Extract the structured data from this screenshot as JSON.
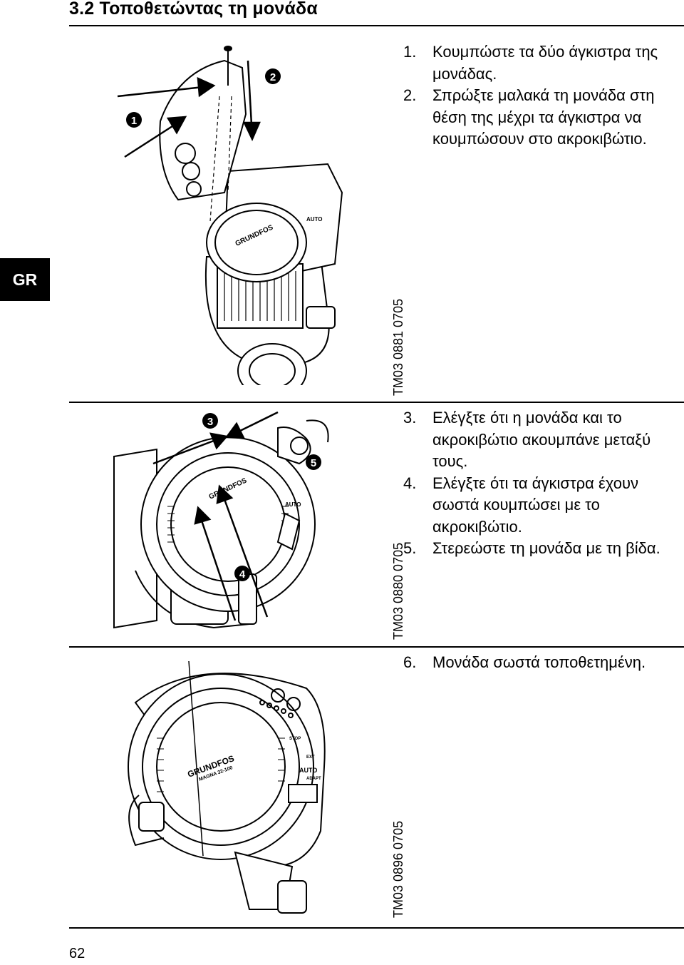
{
  "heading": "3.2 Τοποθετώντας τη μονάδα",
  "side_tab": "GR",
  "sections": [
    {
      "code": "TM03 0881 0705",
      "steps": [
        {
          "num": "1.",
          "text": "Κουμπώστε τα δύο άγκιστρα της μονάδας."
        },
        {
          "num": "2.",
          "text": "Σπρώξτε μαλακά τη μονάδα στη θέση της μέχρι τα άγκιστρα να κουμπώσουν στο ακροκιβώτιο."
        }
      ],
      "callouts": [
        "1",
        "2"
      ]
    },
    {
      "code": "TM03 0880 0705",
      "steps": [
        {
          "num": "3.",
          "text": "Ελέγξτε ότι η μονάδα και το ακροκιβώτιο ακουμπάνε μεταξύ τους."
        },
        {
          "num": "4.",
          "text": "Ελέγξτε ότι τα άγκιστρα έχουν σωστά κουμπώσει με το ακροκιβώτιο."
        },
        {
          "num": "5.",
          "text": "Στερεώστε τη μονάδα με τη βίδα."
        }
      ],
      "callouts": [
        "3",
        "4",
        "5"
      ]
    },
    {
      "code": "TM03 0896 0705",
      "steps": [
        {
          "num": "6.",
          "text": "Μονάδα σωστά τοποθετημένη."
        }
      ]
    }
  ],
  "pump_labels": {
    "brand": "GRUNDFOS",
    "model": "MAGNA 32-100",
    "auto": "AUTO",
    "auto_sub": "ADAPT",
    "ext": "EXT",
    "stop": "STOP"
  },
  "page_number": "62"
}
